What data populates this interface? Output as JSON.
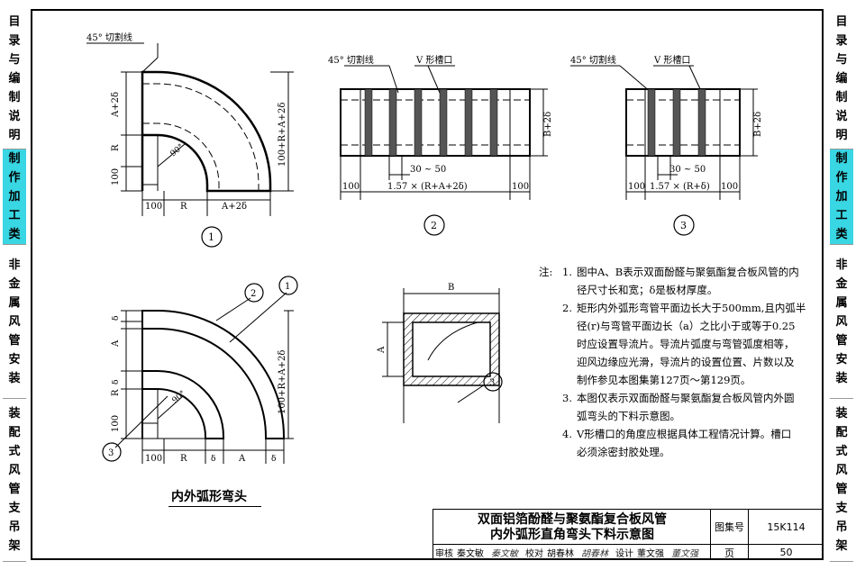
{
  "sidebar_left": [
    {
      "chars": [
        "目",
        "录",
        "与",
        "编",
        "制",
        "说",
        "明"
      ],
      "active": false
    },
    {
      "chars": [
        "制",
        "作",
        "加",
        "工",
        "类"
      ],
      "active": true
    },
    {
      "chars": [
        "非",
        "金",
        "属",
        "风",
        "管",
        "安",
        "装"
      ],
      "active": false
    },
    {
      "chars": [
        "装",
        "配",
        "式",
        "风",
        "管",
        "支",
        "吊",
        "架"
      ],
      "active": false
    }
  ],
  "sidebar_right": [
    {
      "chars": [
        "目",
        "录",
        "与",
        "编",
        "制",
        "说",
        "明"
      ],
      "active": false
    },
    {
      "chars": [
        "制",
        "作",
        "加",
        "工",
        "类"
      ],
      "active": true
    },
    {
      "chars": [
        "非",
        "金",
        "属",
        "风",
        "管",
        "安",
        "装"
      ],
      "active": false
    },
    {
      "chars": [
        "装",
        "配",
        "式",
        "风",
        "管",
        "支",
        "吊",
        "架"
      ],
      "active": false
    }
  ],
  "drawing": {
    "cut_line": "45° 切割线",
    "v_groove": "V 形槽口",
    "dim_a2d": "A+2δ",
    "dim_r": "R",
    "dim_100": "100",
    "dim_100ra2d": "100+R+A+2δ",
    "dim_b2d": "B+2δ",
    "dim_30_50": "30 ~ 50",
    "dim_len2": "1.57 × (R+A+2δ)",
    "dim_len3": "1.57 × (R+δ)",
    "angle": "90°",
    "dim_a": "A",
    "dim_b": "B",
    "dim_d": "δ",
    "label_1": "1",
    "label_2": "2",
    "label_3": "3",
    "caption": "内外弧形弯头"
  },
  "notes": {
    "label": "注:",
    "items": [
      {
        "num": "1.",
        "lines": [
          "图中A、B表示双面酚醛与聚氨酯复合板风管的内",
          "径尺寸长和宽；δ是板材厚度。"
        ]
      },
      {
        "num": "2.",
        "lines": [
          "矩形内外弧形弯管平面边长大于500mm,且内弧半",
          "径(r)与弯管平面边长（a）之比小于或等于0.25",
          "时应设置导流片。导流片弧度与弯管弧度相等，",
          "迎风边缘应光滑，导流片的设置位置、片数以及",
          "制作参见本图集第127页～第129页。"
        ]
      },
      {
        "num": "3.",
        "lines": [
          "本图仅表示双面酚醛与聚氨酯复合板风管内外圆",
          "弧弯头的下料示意图。"
        ]
      },
      {
        "num": "4.",
        "lines": [
          "V形槽口的角度应根据具体工程情况计算。槽口",
          "必须涂密封胶处理。"
        ]
      }
    ]
  },
  "title_block": {
    "title_line1": "双面铝箔酚醛与聚氨酯复合板风管",
    "title_line2": "内外弧形直角弯头下料示意图",
    "atlas_label": "图集号",
    "atlas_no": "15K114",
    "page_label": "页",
    "page_no": "50",
    "review_label": "审核",
    "review_name": "秦文敏",
    "review_sig": "秦文敏",
    "check_label": "校对",
    "check_name": "胡春林",
    "check_sig": "胡春林",
    "design_label": "设计",
    "design_name": "董文强",
    "design_sig": "董文强"
  }
}
